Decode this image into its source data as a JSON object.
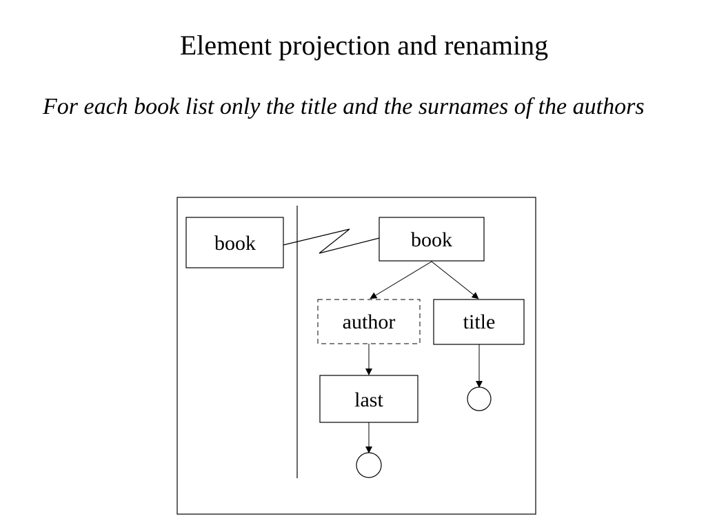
{
  "slide": {
    "title": "Element projection and renaming",
    "subtitle": "For each book list only the title and the surnames of the authors"
  },
  "diagram": {
    "left_pattern": {
      "root_label": "book"
    },
    "right_pattern": {
      "root_label": "book",
      "children": [
        {
          "label": "author",
          "style": "dashed"
        },
        {
          "label": "title",
          "style": "solid"
        }
      ],
      "grandchild_label": "last"
    }
  }
}
